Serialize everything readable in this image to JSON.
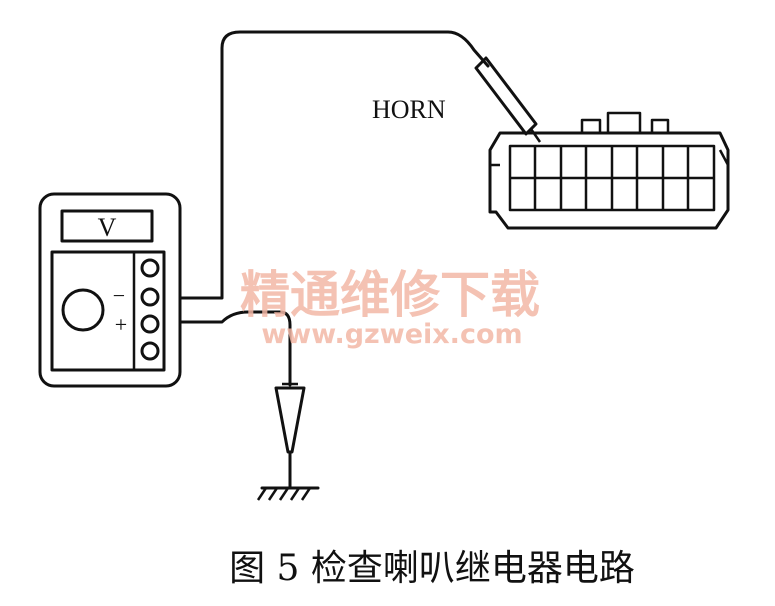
{
  "meter": {
    "display_text": "V",
    "minus_sign": "−",
    "plus_sign": "+"
  },
  "connector": {
    "label": "HORN"
  },
  "watermark": {
    "line1": "精通维修下载",
    "line2": "www.gzweix.com",
    "color": "#f2b7a6"
  },
  "caption": {
    "text": "图 5  检查喇叭继电器电路"
  }
}
